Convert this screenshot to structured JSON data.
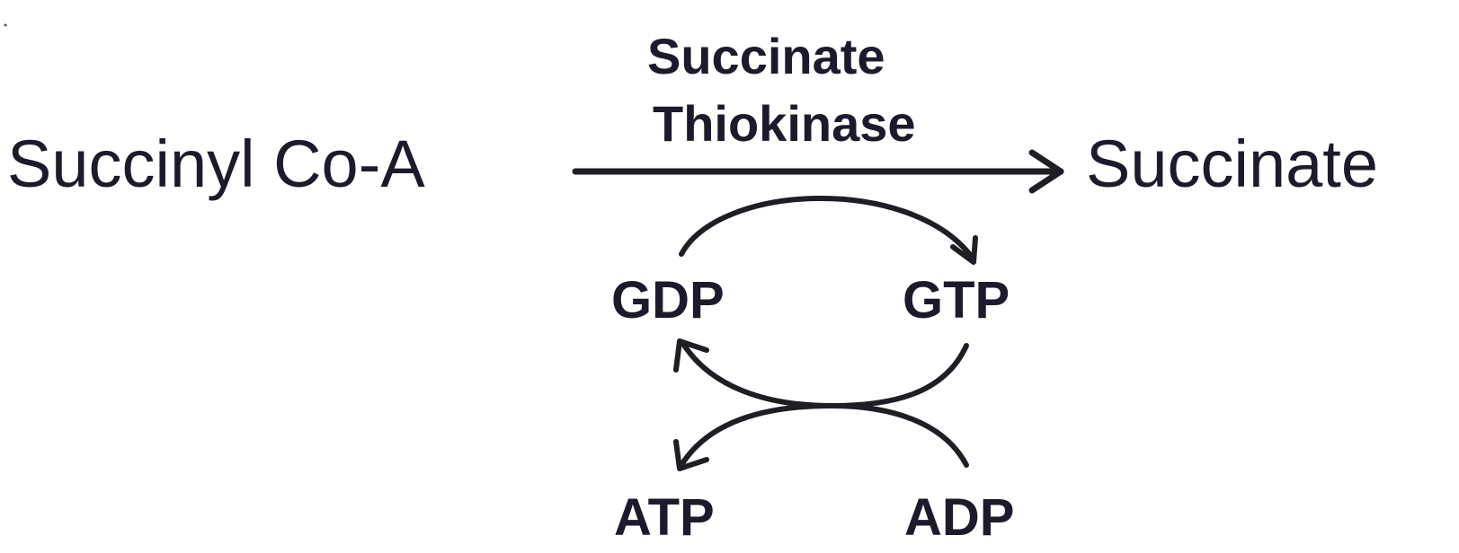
{
  "reaction": {
    "substrate": "Succinyl Co-A",
    "product": "Succinate",
    "enzyme": [
      "Succinate",
      "Thiokinase"
    ]
  },
  "cofactors": {
    "gdp": "GDP",
    "gtp": "GTP",
    "atp": "ATP",
    "adp": "ADP"
  },
  "colors": {
    "text": "#1b1b2b",
    "lines": "#1e1e24"
  }
}
